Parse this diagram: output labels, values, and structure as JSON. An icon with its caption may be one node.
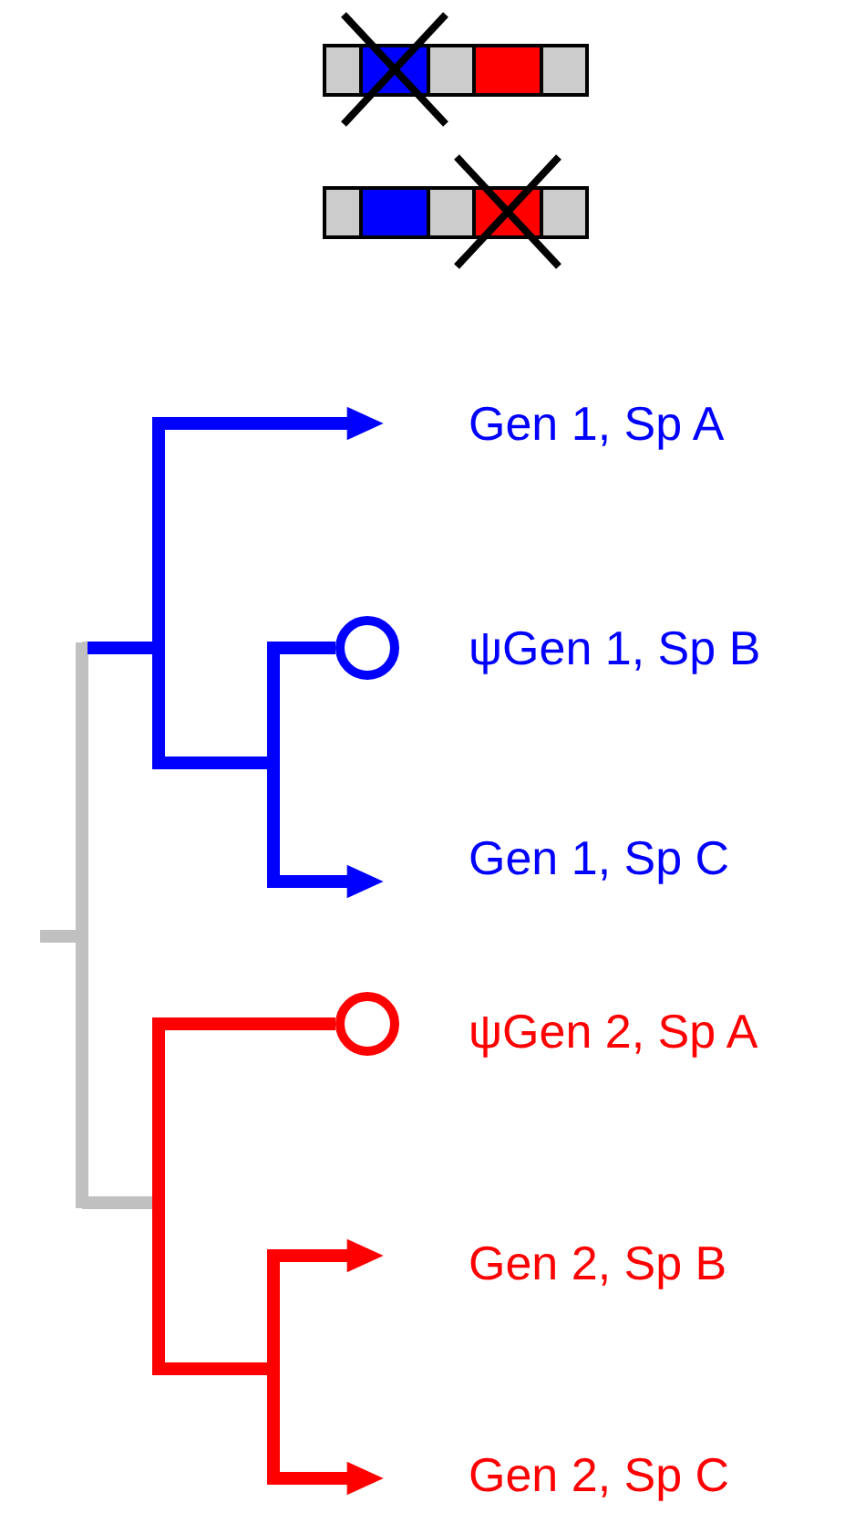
{
  "diagram": {
    "nodes": [
      {
        "text": [
          "Gen 1, Sp A"
        ]
      },
      {
        "text": [
          "ψGen 1, Sp B"
        ]
      },
      {
        "text": [
          "Gen 1, Sp C"
        ]
      },
      {
        "text": [
          "ψGen 2, Sp A"
        ]
      },
      {
        "text": [
          "Gen 2, Sp B"
        ]
      },
      {
        "text": [
          "Gen 2, Sp C"
        ]
      }
    ],
    "edges": [
      {
        "from": null,
        "to": 0,
        "arrow": "to",
        "color": "#0000ff"
      },
      {
        "from": null,
        "to": 1,
        "arrow": "other",
        "color": "#0000ff"
      },
      {
        "from": null,
        "to": 2,
        "arrow": "to",
        "color": "#0000ff"
      },
      {
        "from": null,
        "to": 3,
        "arrow": "other",
        "color": "#ff0000"
      },
      {
        "from": null,
        "to": 4,
        "arrow": "to",
        "color": "#ff0000"
      },
      {
        "from": null,
        "to": 5,
        "arrow": "to",
        "color": "#ff0000"
      }
    ]
  }
}
